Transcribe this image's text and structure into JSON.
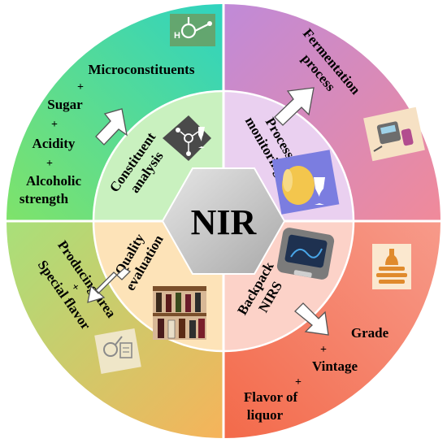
{
  "center": {
    "label": "NIR"
  },
  "quadrants": {
    "constituent": {
      "inner_label_lines": [
        "Constituent",
        "analysis"
      ],
      "outer_items": [
        "Microconstituents",
        "+",
        "Sugar",
        "+",
        "Acidity",
        "+",
        "Alcoholic",
        "strength"
      ],
      "icon": "molecule-icon",
      "inner_icon": "molecule-wine-glass-icon"
    },
    "process": {
      "inner_label_lines": [
        "Process",
        "monitoring"
      ],
      "outer_label_lines": [
        "Fermentation",
        "process"
      ],
      "icon": "fermentation-equipment-icon",
      "inner_icon": "wine-barrel-glass-icon"
    },
    "quality": {
      "inner_label_lines": [
        "Quality",
        "evaluation"
      ],
      "outer_label_lines": [
        "Producing area",
        "+",
        "Special flavor"
      ],
      "icon": "lab-document-icon",
      "inner_icon": "wine-bottles-shelf-icon"
    },
    "backpack": {
      "inner_label_lines": [
        "Backpack",
        "NIRS"
      ],
      "outer_items": [
        "Grade",
        "+",
        "Vintage",
        "+",
        "Flavor of",
        "liquor"
      ],
      "icon": "liquor-bottle-stack-icon",
      "inner_icon": "handheld-nirs-device-icon"
    }
  },
  "colors": {
    "tl_outer_a": "#2fd3c0",
    "tl_outer_b": "#7fe36a",
    "tr_outer_a": "#c08ad8",
    "tr_outer_b": "#f08a9a",
    "bl_outer_a": "#a8e07a",
    "bl_outer_b": "#f6b35a",
    "br_outer_a": "#f79a8a",
    "br_outer_b": "#f36a4a",
    "tl_inner": "#c9f1bf",
    "tr_inner": "#ead0f0",
    "bl_inner": "#fde3b8",
    "br_inner": "#fcd2c8",
    "hex": "#c8c8c8"
  }
}
